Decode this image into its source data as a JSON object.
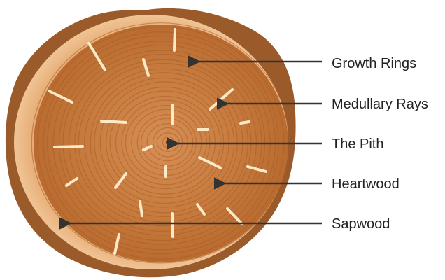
{
  "labels": [
    {
      "id": "growth-rings",
      "text": "Growth Rings"
    },
    {
      "id": "medullary-rays",
      "text": "Medullary Rays"
    },
    {
      "id": "the-pith",
      "text": "The Pith"
    },
    {
      "id": "heartwood",
      "text": "Heartwood"
    },
    {
      "id": "sapwood",
      "text": "Sapwood"
    }
  ],
  "colors": {
    "bark": "#9a5a2a",
    "sapwood": "#e8b27a",
    "heartwood": "#c57a3c",
    "ring": "#a85c26",
    "ray": "#fbe9c8",
    "pointer": "#333333",
    "text": "#222222"
  }
}
